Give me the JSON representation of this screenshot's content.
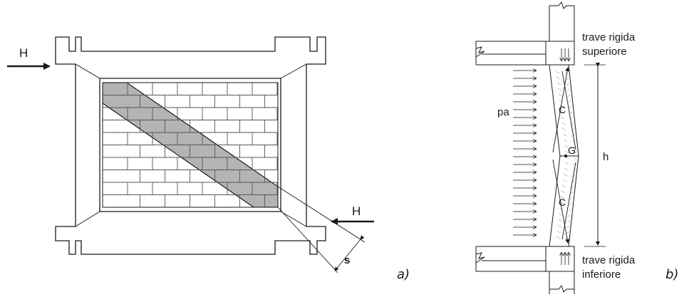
{
  "figure_a": {
    "force_left": "H",
    "force_right": "H",
    "strut_width": "s",
    "panel": "a)"
  },
  "figure_b": {
    "beam_top_line1": "trave rigida",
    "beam_top_line2": "superiore",
    "beam_bottom_line1": "trave rigida",
    "beam_bottom_line2": "inferiore",
    "pressure": "pa",
    "strut_upper": "C",
    "strut_lower": "C",
    "centroid": "G",
    "height": "h",
    "panel": "b)"
  },
  "colors": {
    "ink": "#1a1a1a",
    "strut_fill": "#b4b4b4",
    "brick_line": "#555555"
  }
}
